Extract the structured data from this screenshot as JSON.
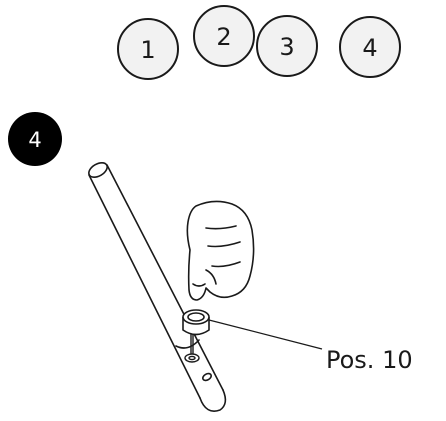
{
  "step_indicator": {
    "steps": [
      "1",
      "2",
      "3",
      "4"
    ]
  },
  "current_step": {
    "label": "4"
  },
  "illustration": {
    "callout_label": "Pos. 10"
  },
  "colors": {
    "ink": "#1a1a1a",
    "step_circle_fill": "#f2f2f2",
    "active_badge": "#000000"
  }
}
